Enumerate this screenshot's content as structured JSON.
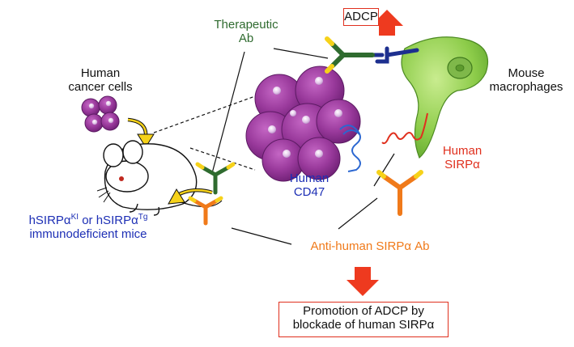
{
  "labels": {
    "therapeutic_ab": "Therapeutic\nAb",
    "human_cancer_cells": "Human\ncancer cells",
    "mouse_macrophages": "Mouse\nmacrophages",
    "human_cd47": "Human\nCD47",
    "human_sirpa": "Human\nSIRPα",
    "anti_sirpa_ab": "Anti-human SIRPα Ab",
    "mice_line1_a": "hSIRPα",
    "mice_line1_sup1": "KI",
    "mice_line1_b": " or hSIRPα",
    "mice_line1_sup2": "Tg",
    "mice_line2": "immunodeficient mice"
  },
  "boxes": {
    "adcp": "ADCP",
    "promotion_line1": "Promotion of ADCP by",
    "promotion_line2": "blockade of human SIRPα"
  },
  "colors": {
    "tumor_purple": "#8b2a8f",
    "macrophage_green": "#7cc243",
    "cd47_blue": "#2b67d1",
    "sirpa_red": "#e0301e",
    "arrow_red": "#ee3a1f",
    "antibody_green": "#2f6b2f",
    "antibody_orange": "#f07a1a",
    "yellow": "#f6d21a"
  }
}
